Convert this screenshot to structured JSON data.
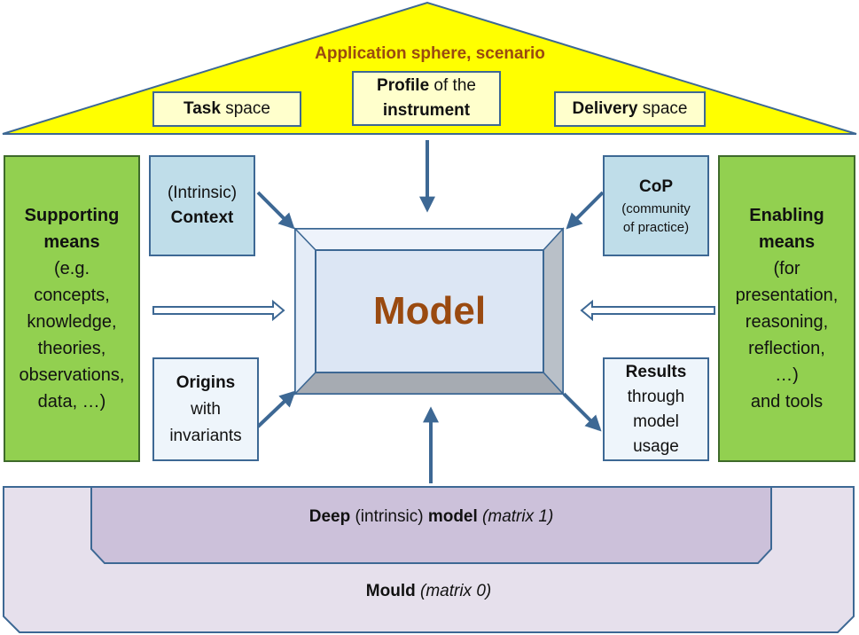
{
  "roof": {
    "title": "Application sphere, scenario",
    "task": {
      "bold": "Task",
      "rest": " space"
    },
    "profile": {
      "bold1": "Profile",
      "rest1": " of the",
      "bold2": "instrument"
    },
    "delivery": {
      "bold": "Delivery",
      "rest": " space"
    }
  },
  "supporting": {
    "bold": [
      "Supporting",
      "means"
    ],
    "lines": [
      "(e.g.",
      "concepts,",
      "knowledge,",
      "theories,",
      "observations,",
      "data, …)"
    ]
  },
  "enabling": {
    "bold": [
      "Enabling",
      "means"
    ],
    "lines": [
      "(for",
      "presentation,",
      "reasoning,",
      "reflection,",
      "…)",
      "and tools"
    ]
  },
  "context": {
    "line1": "(Intrinsic)",
    "line2": "Context"
  },
  "cop": {
    "bold": "CoP",
    "line2": "(community",
    "line3": "of practice)"
  },
  "origins": {
    "bold": "Origins",
    "line2": "with",
    "line3": "invariants"
  },
  "results": {
    "bold": "Results",
    "line2": "through",
    "line3": "model",
    "line4": "usage"
  },
  "model": {
    "title": "Model"
  },
  "deep": {
    "bold1": "Deep",
    "rest1": " (intrinsic) ",
    "bold2": "model",
    "ital": " (matrix 1)"
  },
  "mould": {
    "bold": "Mould",
    "ital": " (matrix 0)"
  },
  "colors": {
    "roof": "#ffff00",
    "roof_title": "#9a4a10",
    "green": "#92d050",
    "light_blue": "#bfdde9",
    "model_text": "#9a4a10",
    "mould": "#e6e0ec",
    "deep": "#ccc1da",
    "border_blue": "#3d6894"
  }
}
